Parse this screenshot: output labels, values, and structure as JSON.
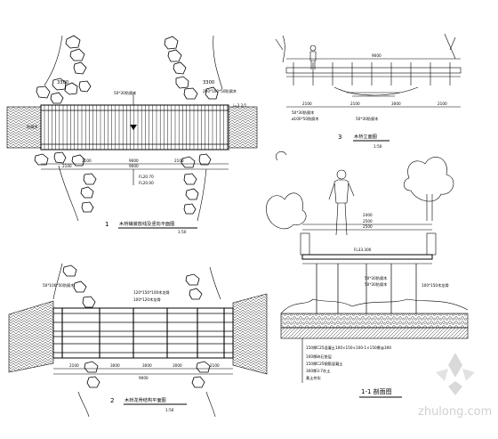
{
  "drawings": {
    "plan1": {
      "number": "1",
      "title": "木桥铺装放线及竖向平面图",
      "scale": "1:50",
      "labels": [
        "3300",
        "3300",
        "200*100*50防腐木",
        "50*30防腐木",
        "i=3.2/1",
        "防腐木",
        "FL20.70",
        "FL20.00"
      ],
      "dims": [
        "2100",
        "2100",
        "9000",
        "9000",
        "2100"
      ]
    },
    "plan2": {
      "number": "2",
      "title": "木桥龙骨结构平面图",
      "scale": "1:50",
      "labels": [
        "50*100*50防腐木",
        "120*150*100木龙骨",
        "100*120木龙骨"
      ],
      "dims": [
        "2100",
        "3000",
        "3000",
        "3000",
        "2100",
        "9000"
      ]
    },
    "elev3": {
      "number": "3",
      "title": "木桥立面图",
      "scale": "1:50",
      "labels": [
        "50*30防腐木",
        "ø100*50防腐木",
        "50*30防腐木"
      ],
      "dims": [
        "9000",
        "2100",
        "2100",
        "3000",
        "2100"
      ]
    },
    "section11": {
      "title": "1-1 剖面图",
      "labels": [
        "FL33.300",
        "50*30防腐木",
        "50*30防腐木",
        "100*150木龙骨"
      ],
      "dims": [
        "2500",
        "2500",
        "2400"
      ],
      "layers": [
        "150厚C25混凝土100×150×100-1×150厚@300",
        "100厚碎石垫层",
        "150厚C25钢筋混凝土",
        "300厚3:7灰土",
        "素土夯实"
      ]
    }
  },
  "watermark": {
    "brand": "zhulong.com"
  }
}
